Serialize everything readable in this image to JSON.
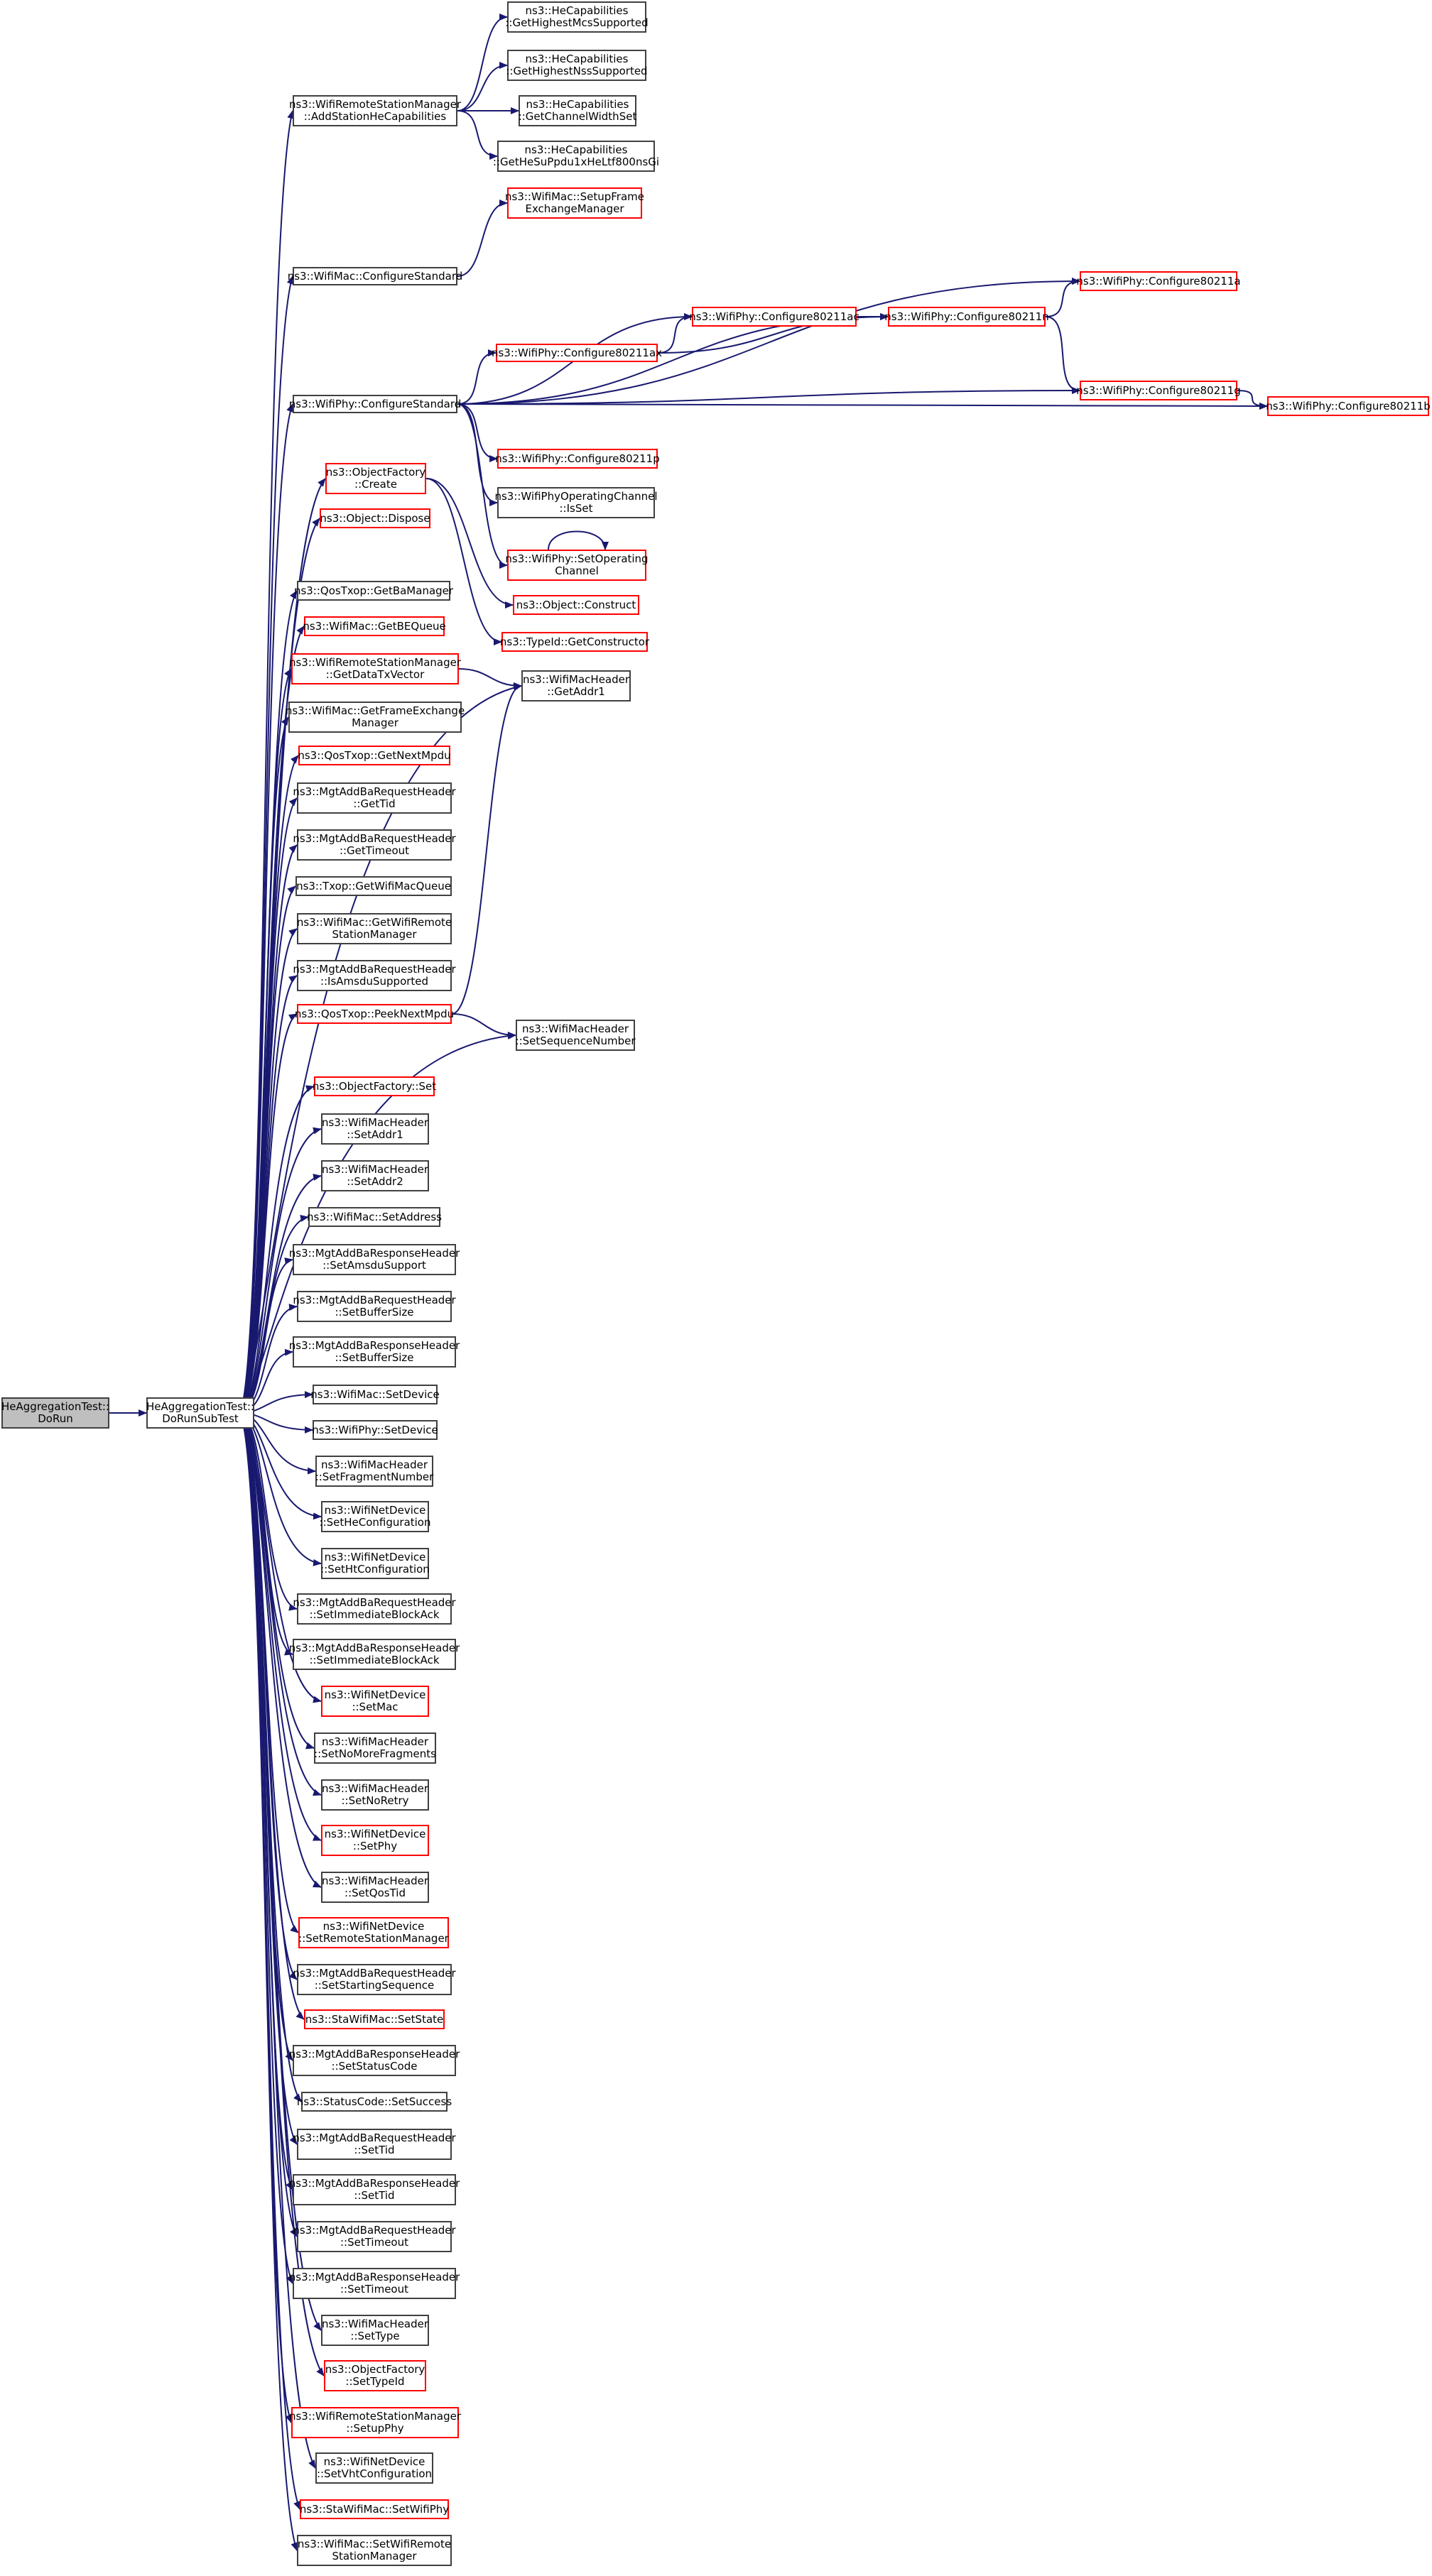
{
  "colors": {
    "edge": "#191970",
    "node_border": "#404040",
    "linked_border": "#ff0000",
    "root_fill": "#bfbfbf"
  },
  "nodes": [
    {
      "id": "root",
      "label": [
        "HeAggregationTest::",
        "DoRun"
      ],
      "kind": "root"
    },
    {
      "id": "dorun",
      "label": [
        "HeAggregationTest::",
        "DoRunSubTest"
      ],
      "kind": "plain"
    },
    {
      "id": "addhe",
      "label": [
        "ns3::WifiRemoteStationManager",
        "::AddStationHeCapabilities"
      ],
      "kind": "plain"
    },
    {
      "id": "hemcs",
      "label": [
        "ns3::HeCapabilities",
        "::GetHighestMcsSupported"
      ],
      "kind": "plain"
    },
    {
      "id": "henss",
      "label": [
        "ns3::HeCapabilities",
        "::GetHighestNssSupported"
      ],
      "kind": "plain"
    },
    {
      "id": "hechan",
      "label": [
        "ns3::HeCapabilities",
        "::GetChannelWidthSet"
      ],
      "kind": "plain"
    },
    {
      "id": "hesu",
      "label": [
        "ns3::HeCapabilities",
        "::GetHeSuPpdu1xHeLtf800nsGi"
      ],
      "kind": "plain"
    },
    {
      "id": "setupfem",
      "label": [
        "ns3::WifiMac::SetupFrame",
        "ExchangeManager"
      ],
      "kind": "linked"
    },
    {
      "id": "maccfg",
      "label": [
        "ns3::WifiMac::ConfigureStandard"
      ],
      "kind": "plain"
    },
    {
      "id": "c11a",
      "label": [
        "ns3::WifiPhy::Configure80211a"
      ],
      "kind": "linked"
    },
    {
      "id": "c11ac",
      "label": [
        "ns3::WifiPhy::Configure80211ac"
      ],
      "kind": "linked"
    },
    {
      "id": "c11n",
      "label": [
        "ns3::WifiPhy::Configure80211n"
      ],
      "kind": "linked"
    },
    {
      "id": "c11ax",
      "label": [
        "ns3::WifiPhy::Configure80211ax"
      ],
      "kind": "linked"
    },
    {
      "id": "phycfg",
      "label": [
        "ns3::WifiPhy::ConfigureStandard"
      ],
      "kind": "plain"
    },
    {
      "id": "c11g",
      "label": [
        "ns3::WifiPhy::Configure80211g"
      ],
      "kind": "linked"
    },
    {
      "id": "c11b",
      "label": [
        "ns3::WifiPhy::Configure80211b"
      ],
      "kind": "linked"
    },
    {
      "id": "c11p",
      "label": [
        "ns3::WifiPhy::Configure80211p"
      ],
      "kind": "linked"
    },
    {
      "id": "ofcreate",
      "label": [
        "ns3::ObjectFactory",
        "::Create"
      ],
      "kind": "linked"
    },
    {
      "id": "opisset",
      "label": [
        "ns3::WifiPhyOperatingChannel",
        "::IsSet"
      ],
      "kind": "plain"
    },
    {
      "id": "odispose",
      "label": [
        "ns3::Object::Dispose"
      ],
      "kind": "linked"
    },
    {
      "id": "setopch",
      "label": [
        "ns3::WifiPhy::SetOperating",
        "Channel"
      ],
      "kind": "linked"
    },
    {
      "id": "getba",
      "label": [
        "ns3::QosTxop::GetBaManager"
      ],
      "kind": "plain"
    },
    {
      "id": "oconstruct",
      "label": [
        "ns3::Object::Construct"
      ],
      "kind": "linked"
    },
    {
      "id": "getbe",
      "label": [
        "ns3::WifiMac::GetBEQueue"
      ],
      "kind": "linked"
    },
    {
      "id": "getctor",
      "label": [
        "ns3::TypeId::GetConstructor"
      ],
      "kind": "linked"
    },
    {
      "id": "getdtv",
      "label": [
        "ns3::WifiRemoteStationManager",
        "::GetDataTxVector"
      ],
      "kind": "linked"
    },
    {
      "id": "getaddr1",
      "label": [
        "ns3::WifiMacHeader",
        "::GetAddr1"
      ],
      "kind": "plain"
    },
    {
      "id": "getfem",
      "label": [
        "ns3::WifiMac::GetFrameExchange",
        "Manager"
      ],
      "kind": "plain"
    },
    {
      "id": "getnext",
      "label": [
        "ns3::QosTxop::GetNextMpdu"
      ],
      "kind": "linked"
    },
    {
      "id": "gettid",
      "label": [
        "ns3::MgtAddBaRequestHeader",
        "::GetTid"
      ],
      "kind": "plain"
    },
    {
      "id": "gettimeout",
      "label": [
        "ns3::MgtAddBaRequestHeader",
        "::GetTimeout"
      ],
      "kind": "plain"
    },
    {
      "id": "getwmq",
      "label": [
        "ns3::Txop::GetWifiMacQueue"
      ],
      "kind": "plain"
    },
    {
      "id": "getwrsm",
      "label": [
        "ns3::WifiMac::GetWifiRemote",
        "StationManager"
      ],
      "kind": "plain"
    },
    {
      "id": "isamsdu",
      "label": [
        "ns3::MgtAddBaRequestHeader",
        "::IsAmsduSupported"
      ],
      "kind": "plain"
    },
    {
      "id": "peek",
      "label": [
        "ns3::QosTxop::PeekNextMpdu"
      ],
      "kind": "linked"
    },
    {
      "id": "setseq",
      "label": [
        "ns3::WifiMacHeader",
        "::SetSequenceNumber"
      ],
      "kind": "plain"
    },
    {
      "id": "ofset",
      "label": [
        "ns3::ObjectFactory::Set"
      ],
      "kind": "linked"
    },
    {
      "id": "setaddr1",
      "label": [
        "ns3::WifiMacHeader",
        "::SetAddr1"
      ],
      "kind": "plain"
    },
    {
      "id": "setaddr2",
      "label": [
        "ns3::WifiMacHeader",
        "::SetAddr2"
      ],
      "kind": "plain"
    },
    {
      "id": "setaddress",
      "label": [
        "ns3::WifiMac::SetAddress"
      ],
      "kind": "plain"
    },
    {
      "id": "setamsdu",
      "label": [
        "ns3::MgtAddBaResponseHeader",
        "::SetAmsduSupport"
      ],
      "kind": "plain"
    },
    {
      "id": "setbufreq",
      "label": [
        "ns3::MgtAddBaRequestHeader",
        "::SetBufferSize"
      ],
      "kind": "plain"
    },
    {
      "id": "setbufresp",
      "label": [
        "ns3::MgtAddBaResponseHeader",
        "::SetBufferSize"
      ],
      "kind": "plain"
    },
    {
      "id": "macsetdev",
      "label": [
        "ns3::WifiMac::SetDevice"
      ],
      "kind": "plain"
    },
    {
      "id": "physetdev",
      "label": [
        "ns3::WifiPhy::SetDevice"
      ],
      "kind": "plain"
    },
    {
      "id": "setfrag",
      "label": [
        "ns3::WifiMacHeader",
        "::SetFragmentNumber"
      ],
      "kind": "plain"
    },
    {
      "id": "sethecfg",
      "label": [
        "ns3::WifiNetDevice",
        "::SetHeConfiguration"
      ],
      "kind": "plain"
    },
    {
      "id": "sethtcfg",
      "label": [
        "ns3::WifiNetDevice",
        "::SetHtConfiguration"
      ],
      "kind": "plain"
    },
    {
      "id": "setimmreq",
      "label": [
        "ns3::MgtAddBaRequestHeader",
        "::SetImmediateBlockAck"
      ],
      "kind": "plain"
    },
    {
      "id": "setimmresp",
      "label": [
        "ns3::MgtAddBaResponseHeader",
        "::SetImmediateBlockAck"
      ],
      "kind": "plain"
    },
    {
      "id": "setmac",
      "label": [
        "ns3::WifiNetDevice",
        "::SetMac"
      ],
      "kind": "linked"
    },
    {
      "id": "setnomore",
      "label": [
        "ns3::WifiMacHeader",
        "::SetNoMoreFragments"
      ],
      "kind": "plain"
    },
    {
      "id": "setnoretry",
      "label": [
        "ns3::WifiMacHeader",
        "::SetNoRetry"
      ],
      "kind": "plain"
    },
    {
      "id": "setphy",
      "label": [
        "ns3::WifiNetDevice",
        "::SetPhy"
      ],
      "kind": "linked"
    },
    {
      "id": "setqos",
      "label": [
        "ns3::WifiMacHeader",
        "::SetQosTid"
      ],
      "kind": "plain"
    },
    {
      "id": "setrsm",
      "label": [
        "ns3::WifiNetDevice",
        "::SetRemoteStationManager"
      ],
      "kind": "linked"
    },
    {
      "id": "setstartseq",
      "label": [
        "ns3::MgtAddBaRequestHeader",
        "::SetStartingSequence"
      ],
      "kind": "plain"
    },
    {
      "id": "setstate",
      "label": [
        "ns3::StaWifiMac::SetState"
      ],
      "kind": "linked"
    },
    {
      "id": "setstatus",
      "label": [
        "ns3::MgtAddBaResponseHeader",
        "::SetStatusCode"
      ],
      "kind": "plain"
    },
    {
      "id": "setsuccess",
      "label": [
        "ns3::StatusCode::SetSuccess"
      ],
      "kind": "plain"
    },
    {
      "id": "settidreq",
      "label": [
        "ns3::MgtAddBaRequestHeader",
        "::SetTid"
      ],
      "kind": "plain"
    },
    {
      "id": "settidresp",
      "label": [
        "ns3::MgtAddBaResponseHeader",
        "::SetTid"
      ],
      "kind": "plain"
    },
    {
      "id": "settoreq",
      "label": [
        "ns3::MgtAddBaRequestHeader",
        "::SetTimeout"
      ],
      "kind": "plain"
    },
    {
      "id": "settoresp",
      "label": [
        "ns3::MgtAddBaResponseHeader",
        "::SetTimeout"
      ],
      "kind": "plain"
    },
    {
      "id": "settype",
      "label": [
        "ns3::WifiMacHeader",
        "::SetType"
      ],
      "kind": "plain"
    },
    {
      "id": "settypeid",
      "label": [
        "ns3::ObjectFactory",
        "::SetTypeId"
      ],
      "kind": "linked"
    },
    {
      "id": "setupphy",
      "label": [
        "ns3::WifiRemoteStationManager",
        "::SetupPhy"
      ],
      "kind": "linked"
    },
    {
      "id": "setvht",
      "label": [
        "ns3::WifiNetDevice",
        "::SetVhtConfiguration"
      ],
      "kind": "plain"
    },
    {
      "id": "setwifiphy",
      "label": [
        "ns3::StaWifiMac::SetWifiPhy"
      ],
      "kind": "linked"
    },
    {
      "id": "setwrsm",
      "label": [
        "ns3::WifiMac::SetWifiRemote",
        "StationManager"
      ],
      "kind": "plain"
    }
  ],
  "edges": [
    [
      "root",
      "dorun"
    ],
    [
      "dorun",
      "addhe"
    ],
    [
      "dorun",
      "maccfg"
    ],
    [
      "dorun",
      "phycfg"
    ],
    [
      "dorun",
      "ofcreate"
    ],
    [
      "dorun",
      "odispose"
    ],
    [
      "dorun",
      "getba"
    ],
    [
      "dorun",
      "getbe"
    ],
    [
      "dorun",
      "getdtv"
    ],
    [
      "dorun",
      "getfem"
    ],
    [
      "dorun",
      "getnext"
    ],
    [
      "dorun",
      "gettid"
    ],
    [
      "dorun",
      "gettimeout"
    ],
    [
      "dorun",
      "getwmq"
    ],
    [
      "dorun",
      "getwrsm"
    ],
    [
      "dorun",
      "isamsdu"
    ],
    [
      "dorun",
      "peek"
    ],
    [
      "dorun",
      "setseq"
    ],
    [
      "dorun",
      "getaddr1"
    ],
    [
      "dorun",
      "ofset"
    ],
    [
      "dorun",
      "setaddr1"
    ],
    [
      "dorun",
      "setaddr2"
    ],
    [
      "dorun",
      "setaddress"
    ],
    [
      "dorun",
      "setamsdu"
    ],
    [
      "dorun",
      "setbufreq"
    ],
    [
      "dorun",
      "setbufresp"
    ],
    [
      "dorun",
      "macsetdev"
    ],
    [
      "dorun",
      "physetdev"
    ],
    [
      "dorun",
      "setfrag"
    ],
    [
      "dorun",
      "sethecfg"
    ],
    [
      "dorun",
      "sethtcfg"
    ],
    [
      "dorun",
      "setimmreq"
    ],
    [
      "dorun",
      "setimmresp"
    ],
    [
      "dorun",
      "setmac"
    ],
    [
      "dorun",
      "setnomore"
    ],
    [
      "dorun",
      "setnoretry"
    ],
    [
      "dorun",
      "setphy"
    ],
    [
      "dorun",
      "setqos"
    ],
    [
      "dorun",
      "setrsm"
    ],
    [
      "dorun",
      "setstartseq"
    ],
    [
      "dorun",
      "setstate"
    ],
    [
      "dorun",
      "setstatus"
    ],
    [
      "dorun",
      "setsuccess"
    ],
    [
      "dorun",
      "settidreq"
    ],
    [
      "dorun",
      "settidresp"
    ],
    [
      "dorun",
      "settoreq"
    ],
    [
      "dorun",
      "settoresp"
    ],
    [
      "dorun",
      "settype"
    ],
    [
      "dorun",
      "settypeid"
    ],
    [
      "dorun",
      "setupphy"
    ],
    [
      "dorun",
      "setvht"
    ],
    [
      "dorun",
      "setwifiphy"
    ],
    [
      "dorun",
      "setwrsm"
    ],
    [
      "addhe",
      "hemcs"
    ],
    [
      "addhe",
      "henss"
    ],
    [
      "addhe",
      "hechan"
    ],
    [
      "addhe",
      "hesu"
    ],
    [
      "maccfg",
      "setupfem"
    ],
    [
      "phycfg",
      "c11a"
    ],
    [
      "phycfg",
      "c11ac"
    ],
    [
      "phycfg",
      "c11n"
    ],
    [
      "phycfg",
      "c11ax"
    ],
    [
      "phycfg",
      "c11g"
    ],
    [
      "phycfg",
      "c11b"
    ],
    [
      "phycfg",
      "c11p"
    ],
    [
      "phycfg",
      "opisset"
    ],
    [
      "phycfg",
      "setopch"
    ],
    [
      "c11ac",
      "c11n"
    ],
    [
      "c11ax",
      "c11ac"
    ],
    [
      "c11ax",
      "c11n"
    ],
    [
      "c11n",
      "c11a"
    ],
    [
      "c11n",
      "c11g"
    ],
    [
      "c11g",
      "c11b"
    ],
    [
      "ofcreate",
      "oconstruct"
    ],
    [
      "ofcreate",
      "getctor"
    ],
    [
      "setopch",
      "setopch"
    ],
    [
      "getdtv",
      "getaddr1"
    ],
    [
      "peek",
      "getaddr1"
    ],
    [
      "peek",
      "setseq"
    ]
  ]
}
